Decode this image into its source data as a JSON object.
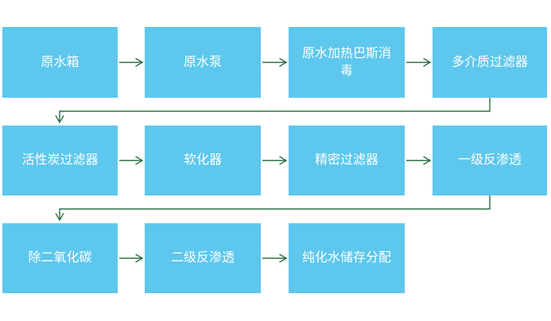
{
  "diagram": {
    "type": "flowchart",
    "nodes": [
      {
        "label": "原水箱"
      },
      {
        "label": "原水泵"
      },
      {
        "label": "原水加热巴斯消毒"
      },
      {
        "label": "多介质过滤器"
      },
      {
        "label": "活性炭过滤器"
      },
      {
        "label": "软化器"
      },
      {
        "label": "精密过滤器"
      },
      {
        "label": "一级反渗透"
      },
      {
        "label": "除二氧化碳"
      },
      {
        "label": "二级反渗透"
      },
      {
        "label": "纯化水储存分配"
      }
    ],
    "edges": [
      {
        "from": "原水箱",
        "to": "原水泵"
      },
      {
        "from": "原水泵",
        "to": "原水加热巴斯消毒"
      },
      {
        "from": "原水加热巴斯消毒",
        "to": "多介质过滤器"
      },
      {
        "from": "多介质过滤器",
        "to": "活性炭过滤器"
      },
      {
        "from": "活性炭过滤器",
        "to": "软化器"
      },
      {
        "from": "软化器",
        "to": "精密过滤器"
      },
      {
        "from": "精密过滤器",
        "to": "一级反渗透"
      },
      {
        "from": "一级反渗透",
        "to": "除二氧化碳"
      },
      {
        "from": "除二氧化碳",
        "to": "二级反渗透"
      },
      {
        "from": "二级反渗透",
        "to": "纯化水储存分配"
      }
    ]
  },
  "theme": {
    "node_fill": "#5dc7ed",
    "node_text": "#ffffff",
    "arrow_color": "#2c7045",
    "background": "#ffffff"
  }
}
